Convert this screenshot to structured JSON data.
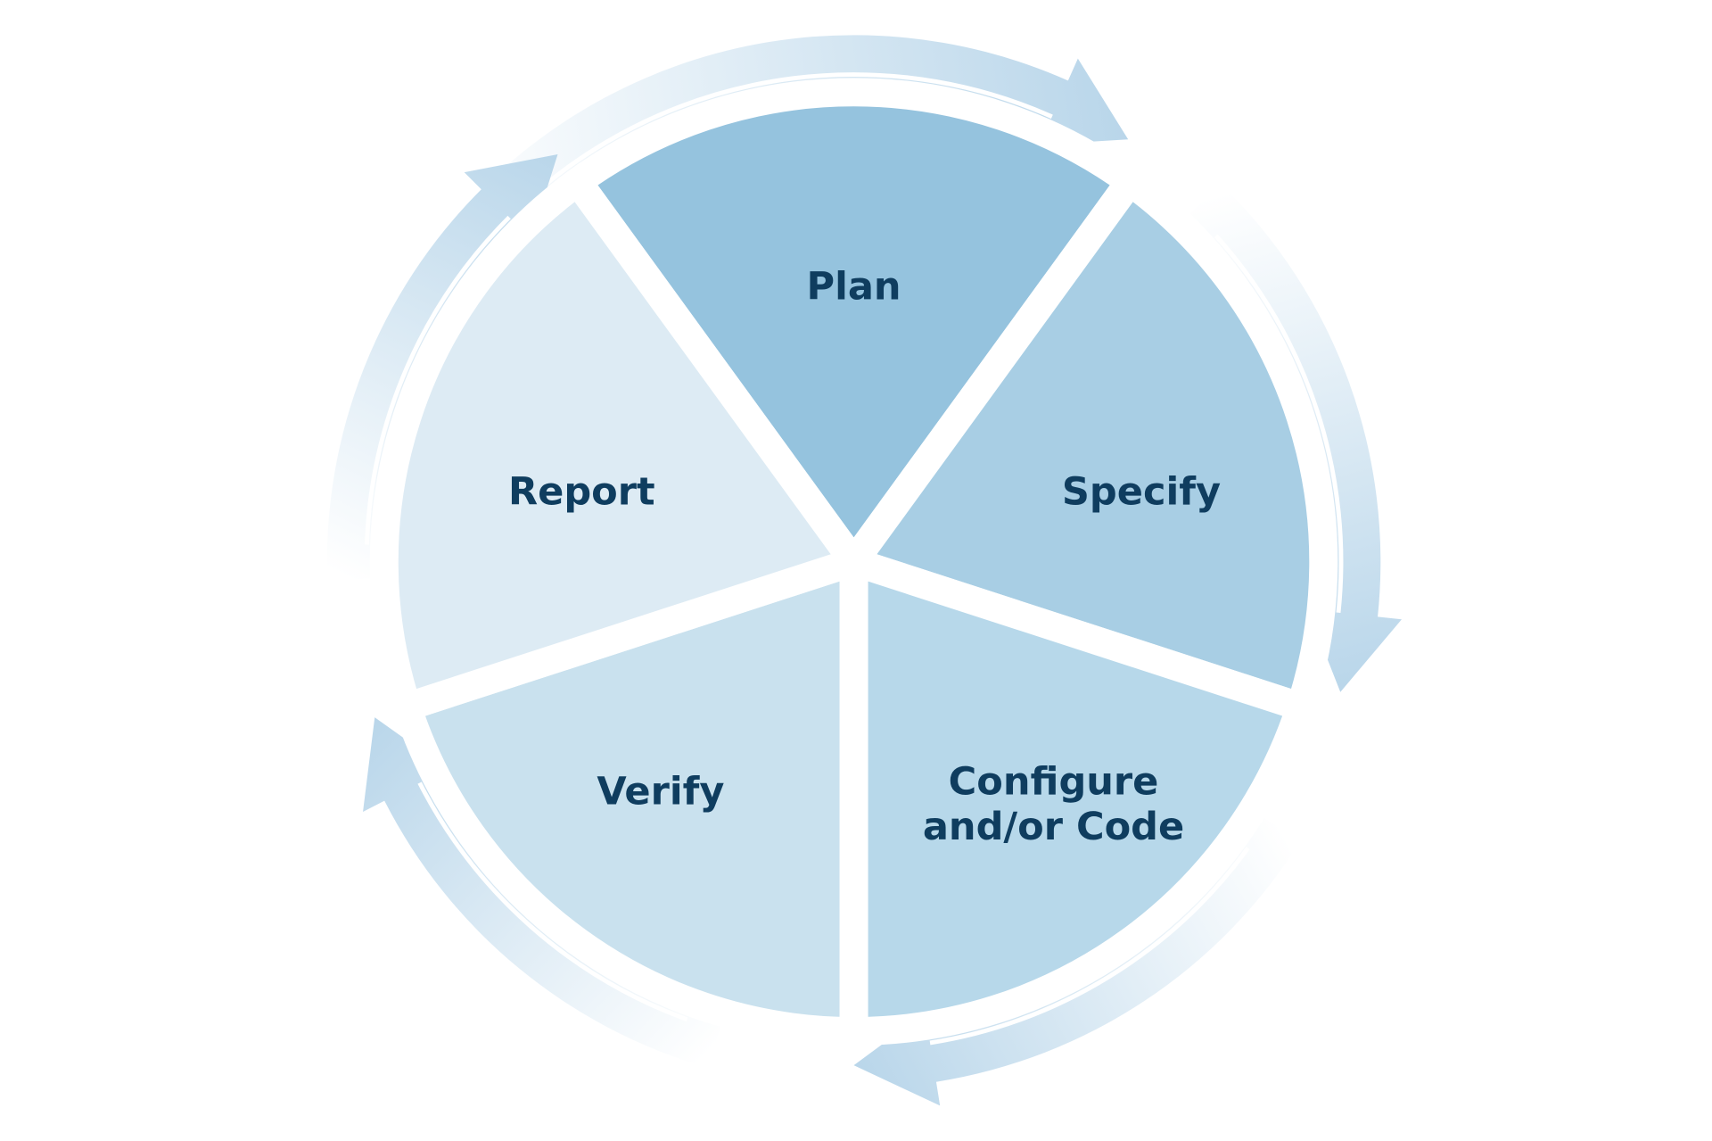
{
  "diagram": {
    "type": "cycle",
    "stages": [
      {
        "label": "Plan",
        "color": "#95c3de"
      },
      {
        "label": "Specify",
        "color": "#a8cee4"
      },
      {
        "label_line1": "Configure",
        "label_line2": "and/or Code",
        "color": "#b7d8ea"
      },
      {
        "label": "Verify",
        "color": "#c9e1ee"
      },
      {
        "label": "Report",
        "color": "#ddebf4"
      }
    ],
    "arrow_color": "#b9d6ea",
    "text_color": "#0f3d5f"
  }
}
